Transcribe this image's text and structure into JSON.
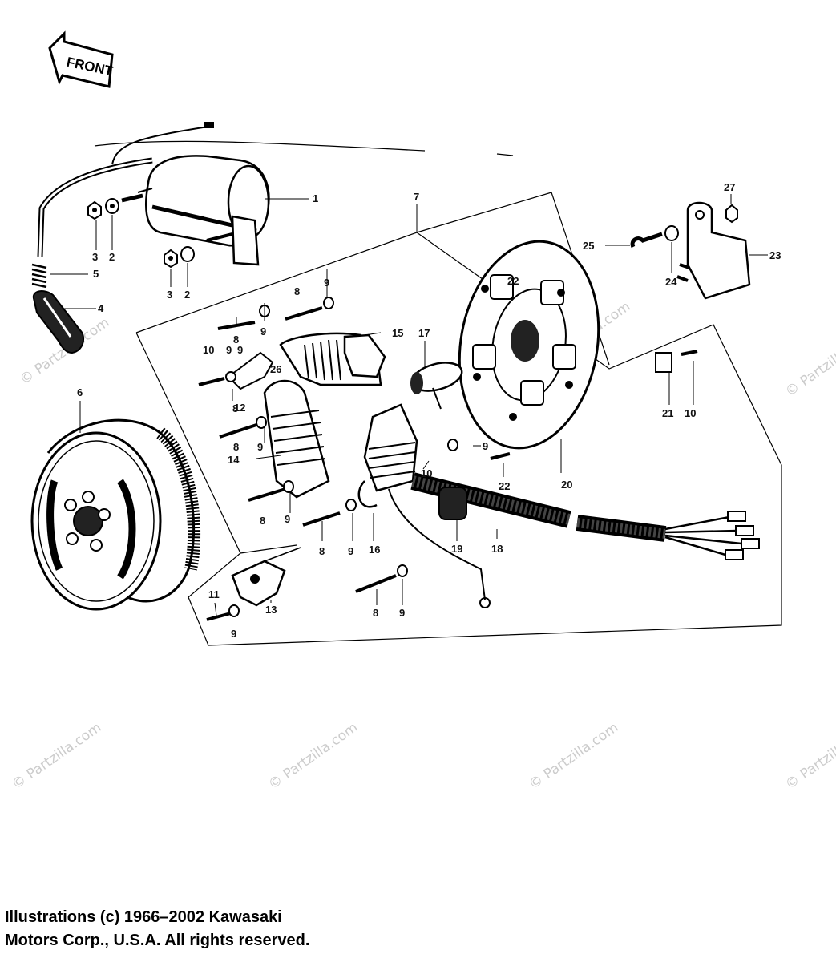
{
  "direction_label": "FRONT",
  "callouts": {
    "p1": "1",
    "p2a": "2",
    "p2b": "2",
    "p3a": "3",
    "p3b": "3",
    "p4": "4",
    "p5": "5",
    "p6": "6",
    "p7": "7",
    "p8a": "8",
    "p8b": "8",
    "p8c": "8",
    "p8d": "8",
    "p8e": "8",
    "p8f": "8",
    "p8g": "8",
    "p9a": "9",
    "p9b": "9",
    "p9c": "9",
    "p9d": "9",
    "p9e": "9",
    "p9f": "9",
    "p9g": "9",
    "p9h": "9",
    "p9i": "9",
    "p9j": "9",
    "p10a": "10",
    "p10b": "10",
    "p10c": "10",
    "p11": "11",
    "p12": "12",
    "p13": "13",
    "p14": "14",
    "p15": "15",
    "p16": "16",
    "p17": "17",
    "p18": "18",
    "p19": "19",
    "p20": "20",
    "p21": "21",
    "p22a": "22",
    "p22b": "22",
    "p23": "23",
    "p24": "24",
    "p25": "25",
    "p26": "26",
    "p27": "27"
  },
  "watermark": "© Partzilla.com",
  "copyright": {
    "line1": "Illustrations (c) 1966–2002 Kawasaki",
    "line2": "Motors Corp., U.S.A.  All rights reserved."
  }
}
